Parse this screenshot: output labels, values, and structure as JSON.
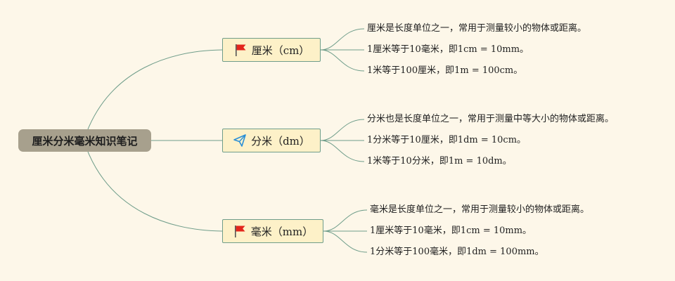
{
  "root": {
    "label": "厘米分米毫米知识笔记"
  },
  "branches": [
    {
      "label": "厘米（cm）",
      "icon": "red-flag-icon",
      "notes": [
        "厘米是长度单位之一，常用于测量较小的物体或距离。",
        "1厘米等于10毫米，即1cm = 10mm。",
        "1米等于100厘米，即1m = 100cm。"
      ]
    },
    {
      "label": "分米（dm）",
      "icon": "paper-plane-icon",
      "notes": [
        "分米也是长度单位之一，常用于测量中等大小的物体或距离。",
        "1分米等于10厘米，即1dm = 10cm。",
        "1米等于10分米，即1m = 10dm。"
      ]
    },
    {
      "label": "毫米（mm）",
      "icon": "red-flag-icon",
      "notes": [
        "毫米是长度单位之一，常用于测量较小的物体或距离。",
        "1厘米等于10毫米，即1cm = 10mm。",
        "1分米等于100毫米，即1dm = 100mm。"
      ]
    }
  ],
  "colors": {
    "background": "#fdf7e9",
    "root_fill": "#a7a08d",
    "branch_fill": "#fdf1c8",
    "connector": "#6f9d8a",
    "flag": "#e3261c",
    "plane": "#2a8fd6"
  }
}
